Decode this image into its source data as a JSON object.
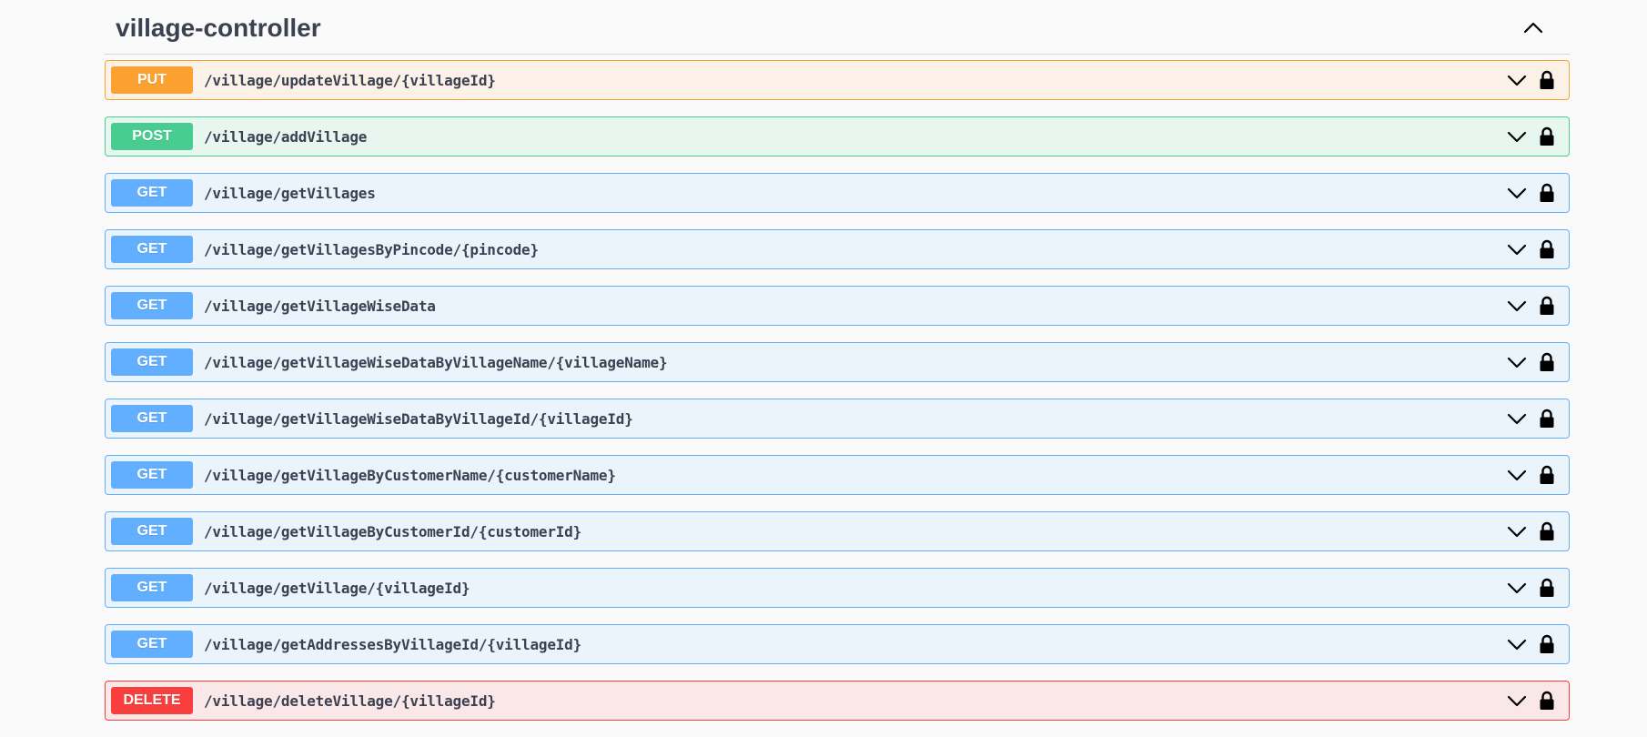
{
  "section": {
    "title": "village-controller"
  },
  "operations": [
    {
      "method": "PUT",
      "path": "/village/updateVillage/{villageId}",
      "type": "put"
    },
    {
      "method": "POST",
      "path": "/village/addVillage",
      "type": "post"
    },
    {
      "method": "GET",
      "path": "/village/getVillages",
      "type": "get"
    },
    {
      "method": "GET",
      "path": "/village/getVillagesByPincode/{pincode}",
      "type": "get"
    },
    {
      "method": "GET",
      "path": "/village/getVillageWiseData",
      "type": "get"
    },
    {
      "method": "GET",
      "path": "/village/getVillageWiseDataByVillageName/{villageName}",
      "type": "get"
    },
    {
      "method": "GET",
      "path": "/village/getVillageWiseDataByVillageId/{villageId}",
      "type": "get"
    },
    {
      "method": "GET",
      "path": "/village/getVillageByCustomerName/{customerName}",
      "type": "get"
    },
    {
      "method": "GET",
      "path": "/village/getVillageByCustomerId/{customerId}",
      "type": "get"
    },
    {
      "method": "GET",
      "path": "/village/getVillage/{villageId}",
      "type": "get"
    },
    {
      "method": "GET",
      "path": "/village/getAddressesByVillageId/{villageId}",
      "type": "get"
    },
    {
      "method": "DELETE",
      "path": "/village/deleteVillage/{villageId}",
      "type": "delete"
    }
  ],
  "icons": {
    "collapse": "chevron-up-icon",
    "expand": "chevron-down-icon",
    "auth": "lock-icon"
  },
  "colors": {
    "put": "#fca130",
    "post": "#49cc90",
    "get": "#61affe",
    "delete": "#f93e3e",
    "text": "#3b4151"
  }
}
